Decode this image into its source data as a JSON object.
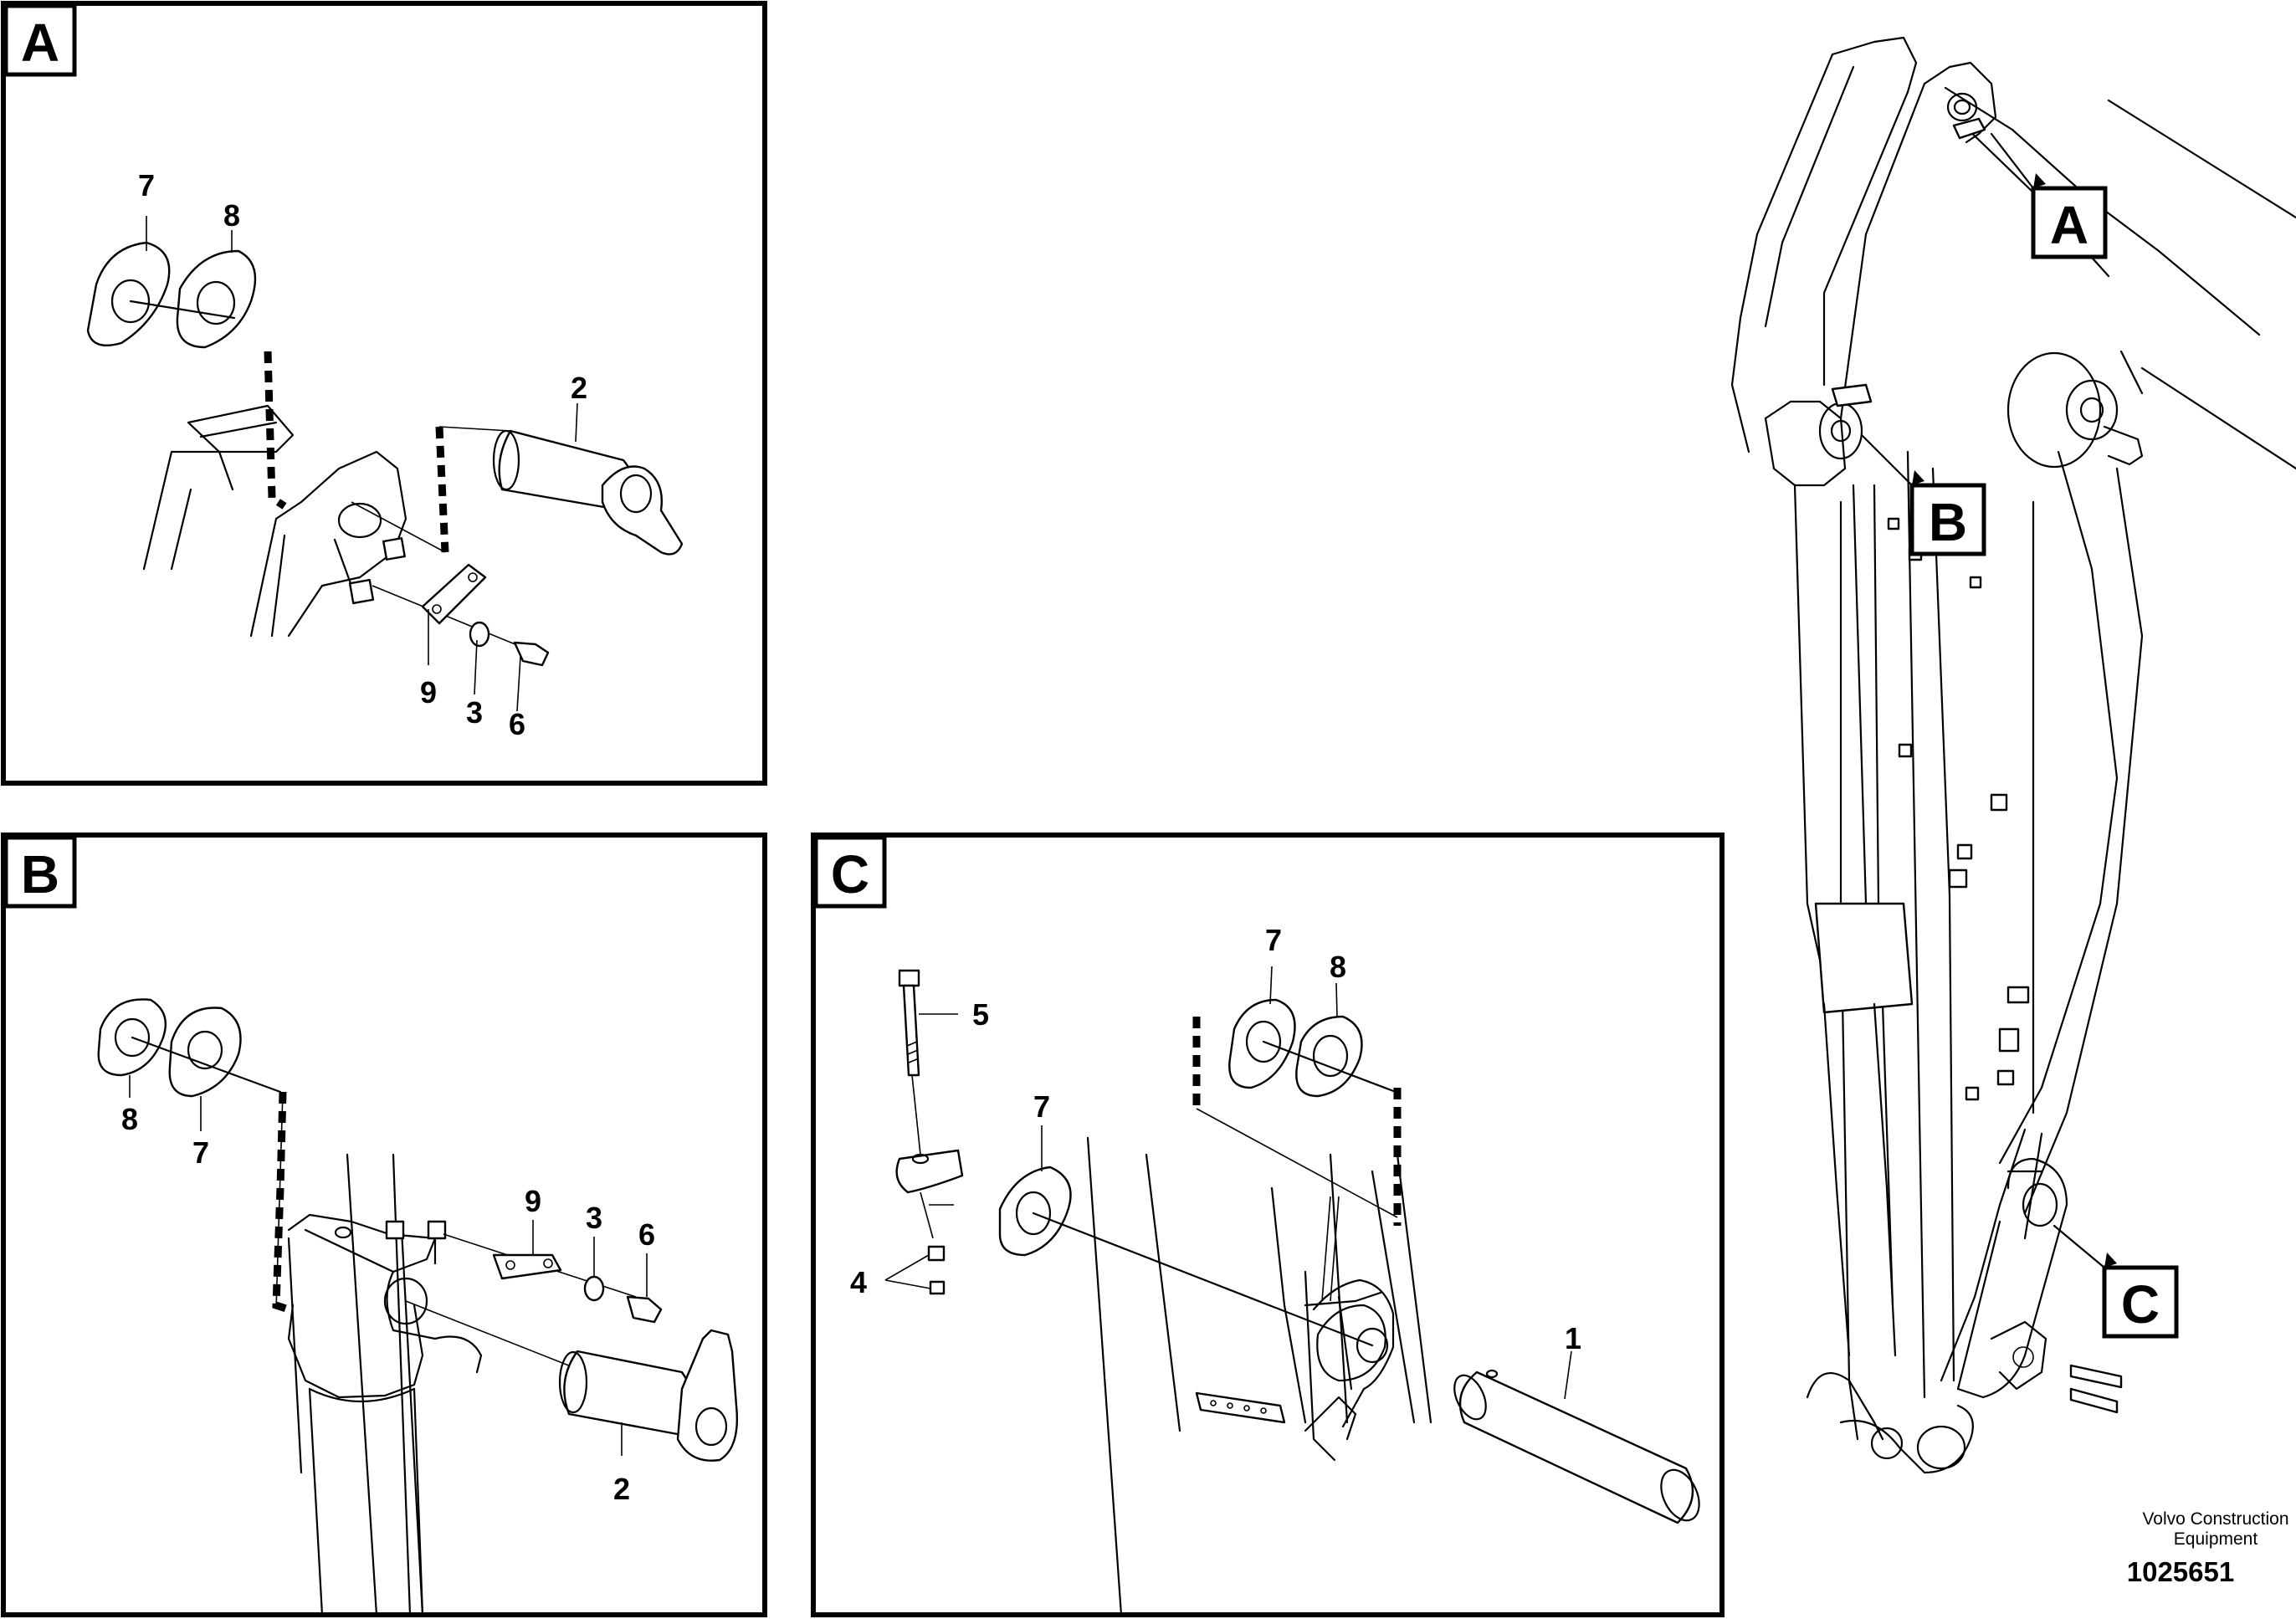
{
  "panels": {
    "a": {
      "letter": "A",
      "callouts": {
        "c7": "7",
        "c8": "8",
        "c2": "2",
        "c9": "9",
        "c3": "3",
        "c6": "6"
      }
    },
    "b": {
      "letter": "B",
      "callouts": {
        "c8": "8",
        "c7": "7",
        "c9": "9",
        "c3": "3",
        "c6": "6",
        "c2": "2"
      }
    },
    "c": {
      "letter": "C",
      "callouts": {
        "c7a": "7",
        "c8": "8",
        "c5": "5",
        "c7b": "7",
        "c4": "4",
        "c1": "1"
      }
    }
  },
  "overview": {
    "tags": {
      "a": "A",
      "b": "B",
      "c": "C"
    }
  },
  "footer": {
    "company_line1": "Volvo Construction",
    "company_line2": "Equipment",
    "figure_number": "1025651"
  }
}
